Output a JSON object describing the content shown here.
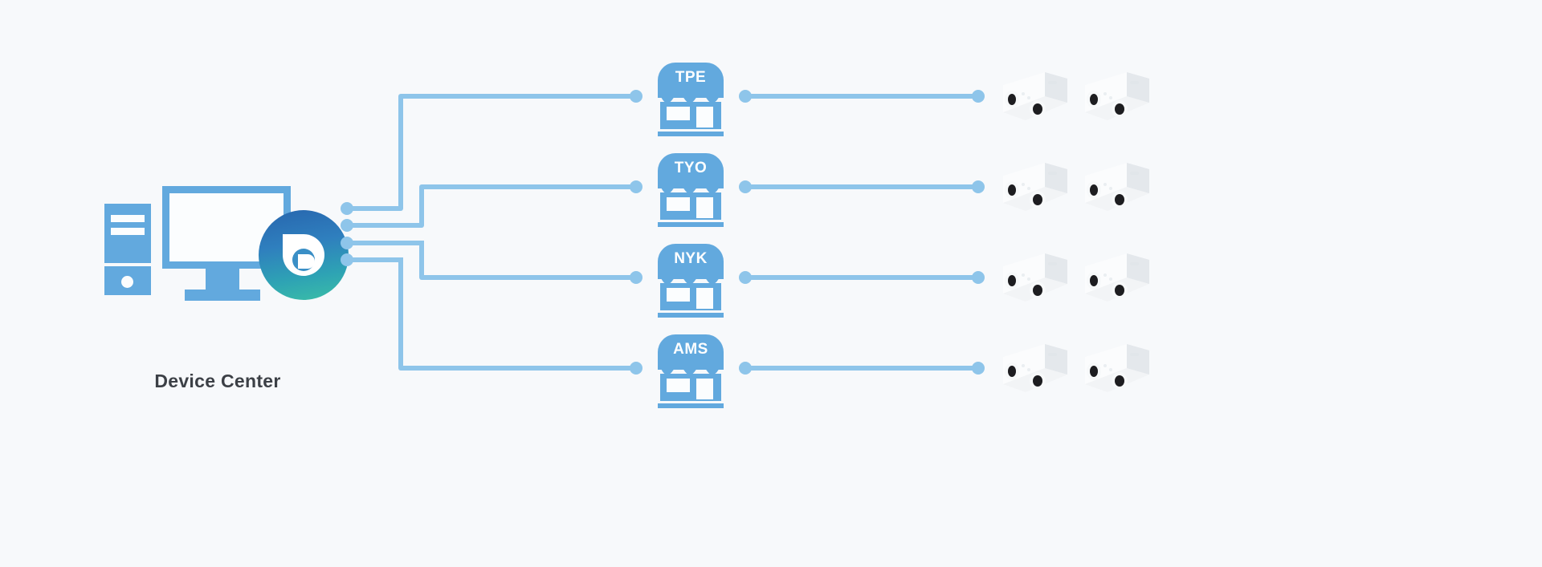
{
  "diagram": {
    "title": "Device Center network topology",
    "background_color": "#f7f9fb",
    "accent_color": "#8ec5ea",
    "icon_color": "#62a9de",
    "label_color": "#3c4046"
  },
  "device_center": {
    "label": "Device Center",
    "icons": {
      "tower": "pc-tower-icon",
      "monitor": "desktop-monitor-icon",
      "logo": "brand-logo-icon"
    },
    "logo_gradient": [
      "#2766ae",
      "#2ea3b4",
      "#3bbfa6"
    ]
  },
  "hub": {
    "port_count": 4,
    "ports": [
      {
        "name": "port-1",
        "target": "TPE"
      },
      {
        "name": "port-2",
        "target": "TYO"
      },
      {
        "name": "port-3",
        "target": "NYK"
      },
      {
        "name": "port-4",
        "target": "AMS"
      }
    ]
  },
  "sites": [
    {
      "code": "TPE",
      "icon": "store-icon",
      "cameras": [
        "camera-1",
        "camera-2"
      ]
    },
    {
      "code": "TYO",
      "icon": "store-icon",
      "cameras": [
        "camera-1",
        "camera-2"
      ]
    },
    {
      "code": "NYK",
      "icon": "store-icon",
      "cameras": [
        "camera-1",
        "camera-2"
      ]
    },
    {
      "code": "AMS",
      "icon": "store-icon",
      "cameras": [
        "camera-1",
        "camera-2"
      ]
    }
  ]
}
